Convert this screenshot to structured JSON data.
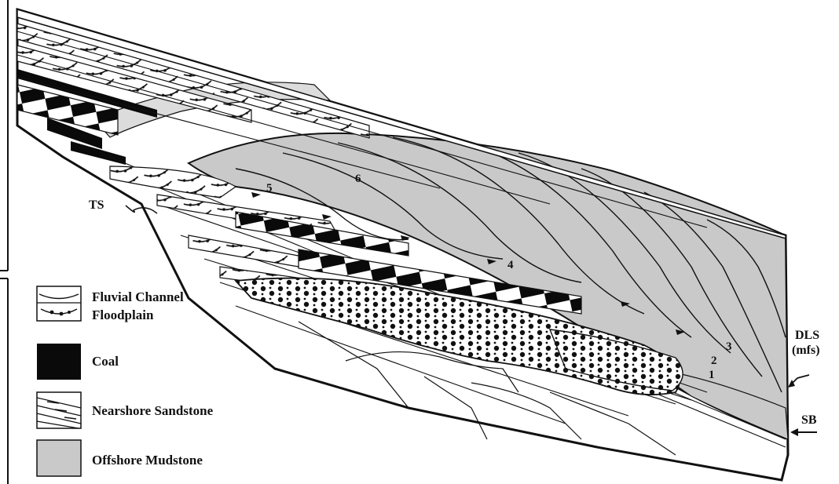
{
  "labels": {
    "ts": "TS",
    "dls": "DLS",
    "mfs": "(mfs)",
    "sb": "SB",
    "n1": "1",
    "n2": "2",
    "n3": "3",
    "n4": "4",
    "n5": "5",
    "n6": "6"
  },
  "legend": {
    "fluvial_channel": "Fluvial Channel",
    "floodplain": "Floodplain",
    "coal": "Coal",
    "nearshore_sandstone": "Nearshore Sandstone",
    "offshore_mudstone": "Offshore Mudstone"
  },
  "colors": {
    "offshore_mudstone": "#c9c9c9",
    "coal": "#0a0a0a",
    "line": "#111111",
    "background": "#ffffff"
  }
}
